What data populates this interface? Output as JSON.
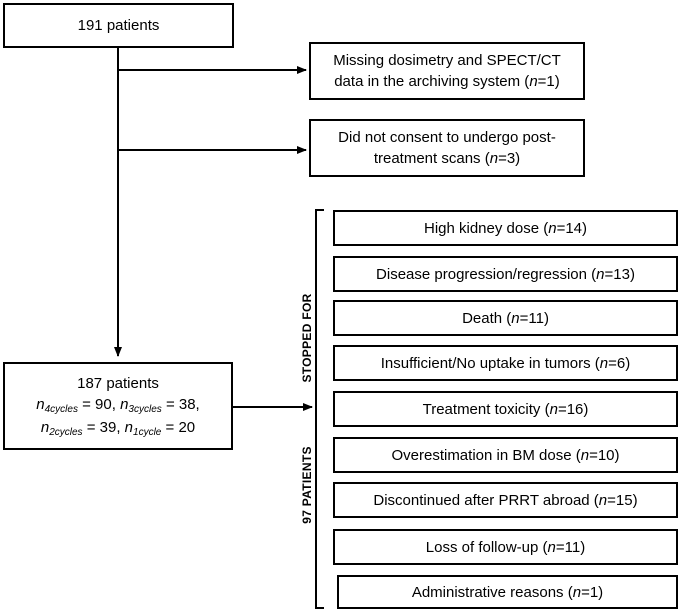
{
  "top_box": "191 patients",
  "excl_missing": {
    "line1": "Missing dosimetry and SPECT/CT",
    "line2_pre": "data in the archiving system (",
    "n": "n",
    "line2_post": "=1)"
  },
  "excl_consent": {
    "line1": "Did not consent to undergo post-",
    "line2_pre": "treatment scans (",
    "n": "n",
    "line2_post": "=3)"
  },
  "mid_box": {
    "title": "187 patients",
    "n": "n",
    "sub_4": "4cycles",
    "val_4": " = 90, ",
    "sub_3": "3cycles",
    "val_3": " = 38,",
    "sub_2": "2cycles",
    "val_2": " = 39, ",
    "sub_1": "1cycle",
    "val_1": " = 20"
  },
  "side_label_top": "STOPPED FOR",
  "side_label_bottom": "97 PATIENTS",
  "reasons": [
    {
      "pre": "High kidney dose (",
      "n": "n",
      "post": "=14)"
    },
    {
      "pre": "Disease progression/regression (",
      "n": "n",
      "post": "=13)"
    },
    {
      "pre": "Death (",
      "n": "n",
      "post": "=11)"
    },
    {
      "pre": "Insufficient/No uptake in tumors (",
      "n": "n",
      "post": "=6)"
    },
    {
      "pre": "Treatment toxicity (",
      "n": "n",
      "post": "=16)"
    },
    {
      "pre": "Overestimation in BM dose (",
      "n": "n",
      "post": "=10)"
    },
    {
      "pre": "Discontinued after PRRT abroad (",
      "n": "n",
      "post": "=15)"
    },
    {
      "pre": "Loss of follow-up (",
      "n": "n",
      "post": "=11)"
    },
    {
      "pre": "Administrative reasons (",
      "n": "n",
      "post": "=1)"
    }
  ]
}
